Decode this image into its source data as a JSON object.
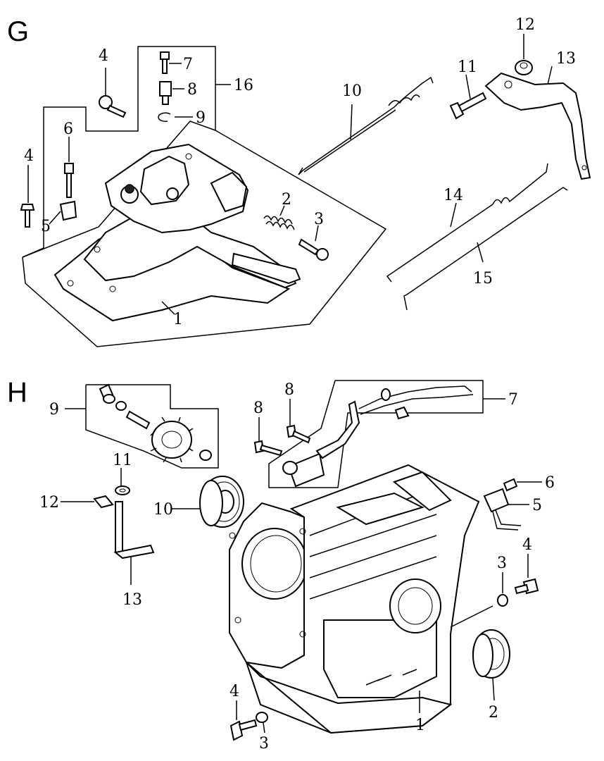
{
  "sections": [
    {
      "id": "G",
      "label": "G",
      "callouts": [
        "1",
        "2",
        "3",
        "4",
        "4",
        "5",
        "6",
        "7",
        "8",
        "9",
        "10",
        "11",
        "12",
        "13",
        "14",
        "15",
        "16"
      ]
    },
    {
      "id": "H",
      "label": "H",
      "callouts": [
        "1",
        "2",
        "3",
        "3",
        "4",
        "4",
        "5",
        "6",
        "7",
        "8",
        "8",
        "9",
        "10",
        "11",
        "12",
        "13"
      ]
    }
  ]
}
